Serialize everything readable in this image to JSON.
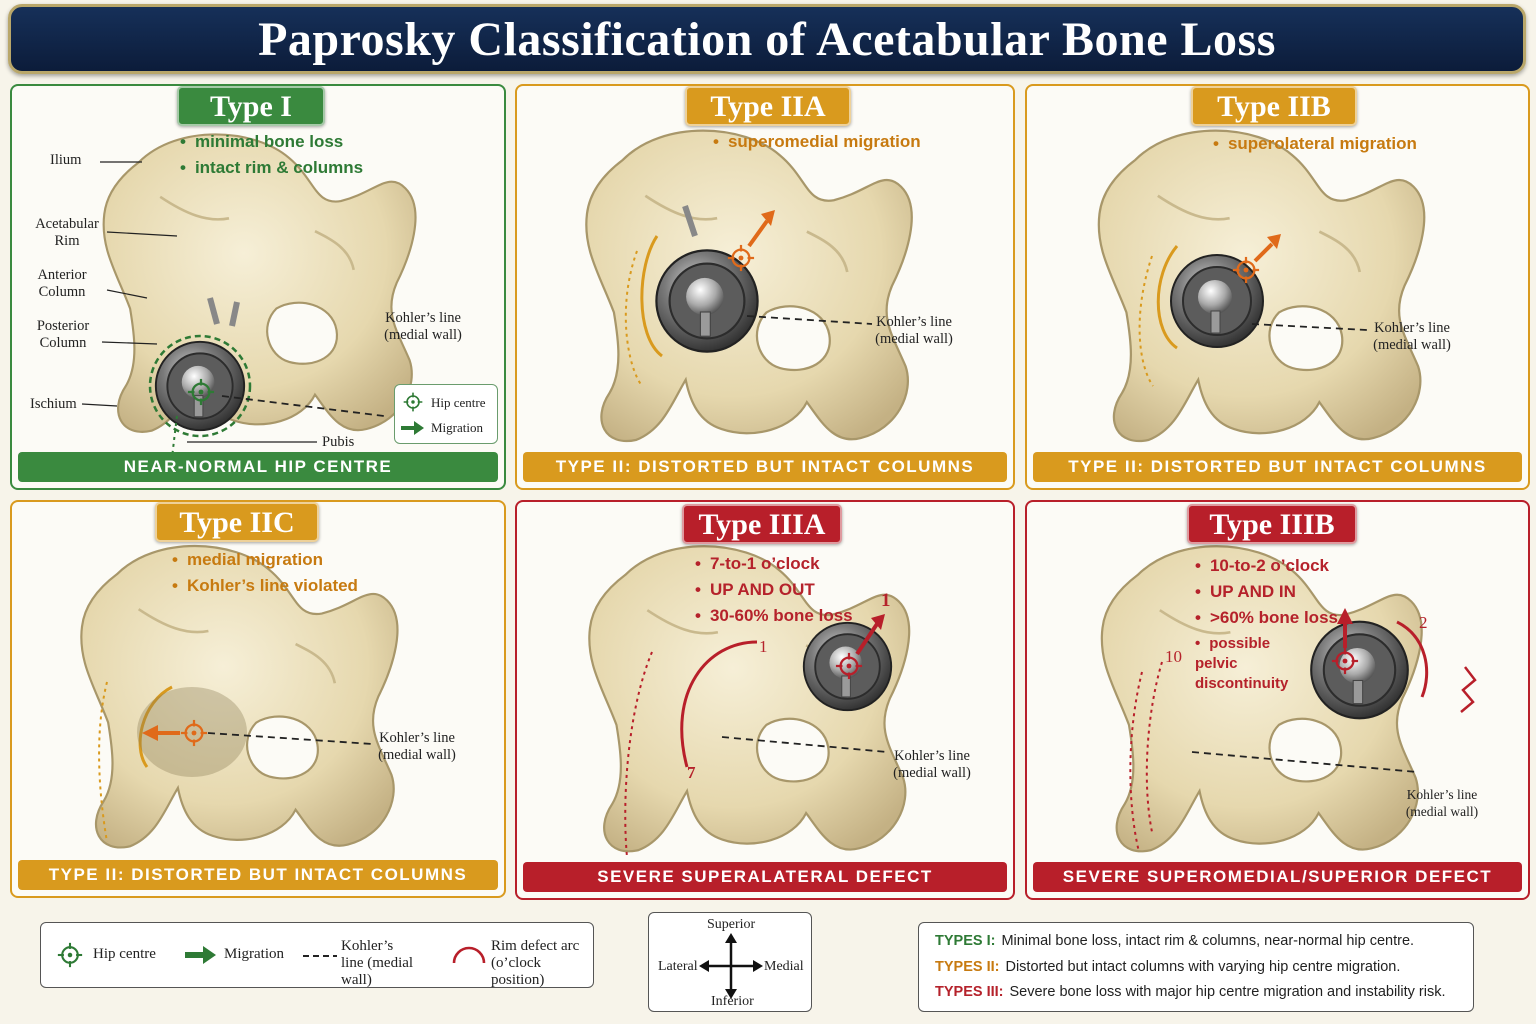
{
  "title": "Paprosky Classification of Acetabular Bone Loss",
  "colors": {
    "green": "#3a8a3f",
    "orange": "#d99a1e",
    "red": "#b81f2a",
    "navy": "#0c1c3a",
    "bone": "#e8dcb5"
  },
  "panels": {
    "type1": {
      "tag": "Type I",
      "bullets": [
        "minimal bone loss",
        "intact rim & columns"
      ],
      "footer": "NEAR-NORMAL HIP CENTRE",
      "anatomy": {
        "ilium": "Ilium",
        "acetabular_rim": "Acetabular Rim",
        "anterior_column": "Anterior Column",
        "posterior_column": "Posterior Column",
        "ischium": "Ischium",
        "pubis": "Pubis"
      },
      "kohler": "Kohler’s line (medial wall)",
      "mini_legend": {
        "hip_centre": "Hip centre",
        "migration": "Migration"
      }
    },
    "type2a": {
      "tag": "Type IIA",
      "bullets": [
        "superomedial migration"
      ],
      "kohler": "Kohler’s line (medial wall)",
      "footer": "TYPE II: DISTORTED BUT INTACT COLUMNS"
    },
    "type2b": {
      "tag": "Type IIB",
      "bullets": [
        "superolateral migration"
      ],
      "kohler": "Kohler’s line (medial wall)",
      "footer": "TYPE II: DISTORTED BUT INTACT COLUMNS"
    },
    "type2c": {
      "tag": "Type IIC",
      "bullets": [
        "medial migration",
        "Kohler’s line violated"
      ],
      "kohler": "Kohler’s line (medial wall)",
      "footer": "TYPE II: DISTORTED BUT INTACT COLUMNS"
    },
    "type3a": {
      "tag": "Type IIIA",
      "bullets": [
        "7-to-1 o’clock",
        "UP AND OUT",
        "30-60% bone loss"
      ],
      "clock_start": "7",
      "clock_end": "1",
      "arrow_label": "1",
      "kohler": "Kohler’s line (medial wall)",
      "footer": "SEVERE SUPERALATERAL DEFECT"
    },
    "type3b": {
      "tag": "Type IIIB",
      "bullets": [
        "10-to-2 o’clock",
        "UP AND IN",
        ">60% bone loss",
        "possible pelvic discontinuity"
      ],
      "clock_start": "10",
      "clock_end": "2",
      "kohler": "Kohler’s line (medial wall)",
      "footer": "SEVERE SUPEROMEDIAL/SUPERIOR DEFECT"
    }
  },
  "legend": {
    "hip_centre": "Hip centre",
    "migration": "Migration",
    "kohler": "Kohler’s line (medial wall)",
    "rim_defect": "Rim defect arc (o’clock position)"
  },
  "orientation": {
    "superior": "Superior",
    "inferior": "Inferior",
    "lateral": "Lateral",
    "medial": "Medial"
  },
  "summary": [
    {
      "label": "TYPES I:",
      "text": "Minimal bone loss, intact rim & columns, near-normal hip centre.",
      "color": "green"
    },
    {
      "label": "TYPES II:",
      "text": "Distorted but intact columns with varying hip centre migration.",
      "color": "orange"
    },
    {
      "label": "TYPES III:",
      "text": "Severe bone loss with major hip centre migration and instability risk.",
      "color": "red"
    }
  ]
}
